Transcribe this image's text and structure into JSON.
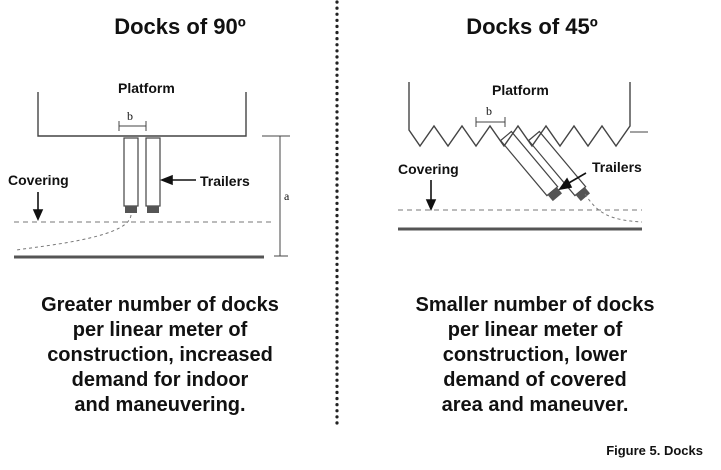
{
  "left": {
    "title": "Docks of 90º",
    "platform_label": "Platform",
    "covering_label": "Covering",
    "trailers_label": "Trailers",
    "dim_b": "b",
    "dim_a": "a",
    "caption_lines": [
      "Greater number of docks",
      "per linear meter of",
      "construction, increased",
      "demand for indoor",
      "and maneuvering."
    ]
  },
  "right": {
    "title": "Docks of 45º",
    "platform_label": "Platform",
    "covering_label": "Covering",
    "trailers_label": "Trailers",
    "dim_b": "b",
    "caption_lines": [
      "Smaller number of docks",
      "per linear meter of",
      "construction, lower",
      "demand of covered",
      "area and maneuver."
    ]
  },
  "figure_caption": "Figure 5. Docks"
}
